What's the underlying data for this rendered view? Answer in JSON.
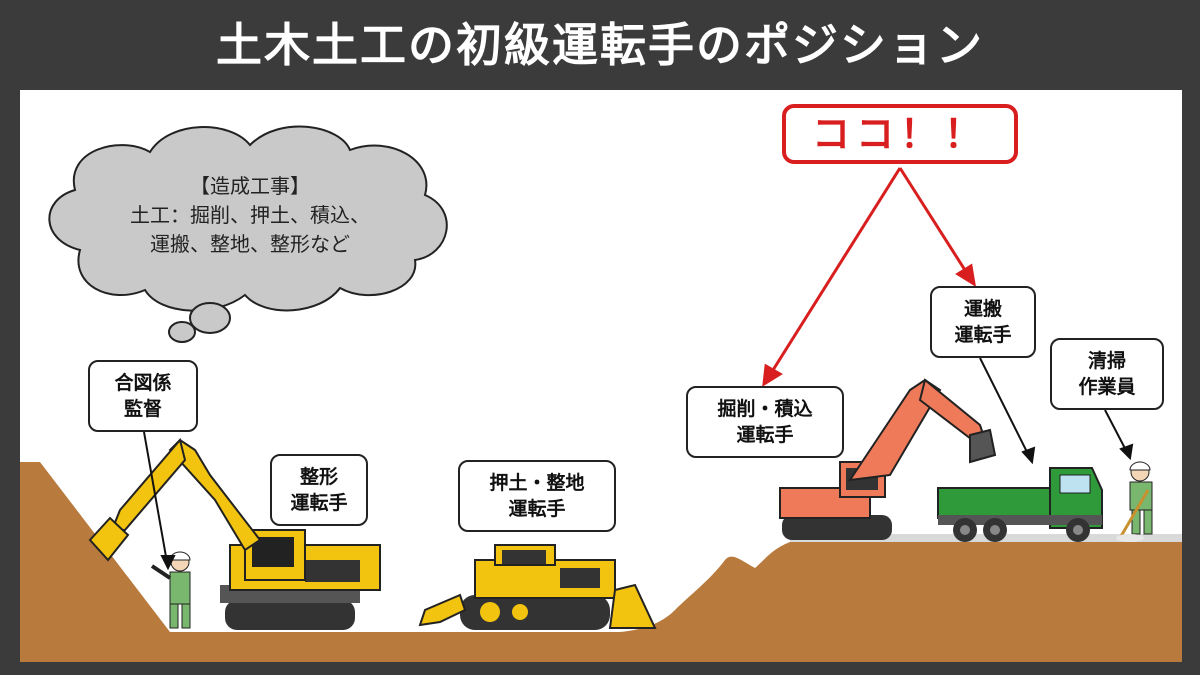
{
  "title": "土木土工の初級運転手のポジション",
  "callout": "ココ！！",
  "thought": {
    "lines": [
      "【造成工事】",
      "土工：掘削、押土、積込、",
      "運搬、整地、整形など"
    ]
  },
  "roles": [
    {
      "id": "signal",
      "lines": [
        "合図係",
        "監督"
      ]
    },
    {
      "id": "shaping",
      "lines": [
        "整形",
        "運転手"
      ]
    },
    {
      "id": "dozing",
      "lines": [
        "押土・整地",
        "運転手"
      ]
    },
    {
      "id": "loading",
      "lines": [
        "掘削・積込",
        "運転手"
      ]
    },
    {
      "id": "hauling",
      "lines": [
        "運搬",
        "運転手"
      ]
    },
    {
      "id": "cleaning",
      "lines": [
        "清掃",
        "作業員"
      ]
    }
  ],
  "colors": {
    "background": "#3b3b3b",
    "ground": "#b97a3d",
    "highlight": "#d81e1e",
    "excavator_yellow": "#f2c30f",
    "excavator_orange": "#ef7a5a",
    "truck_green": "#2f9a3a",
    "thought_cloud": "#c9c9c9"
  }
}
